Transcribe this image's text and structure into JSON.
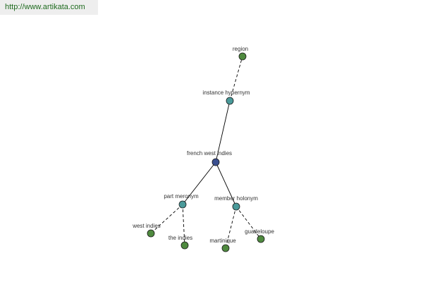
{
  "header": {
    "url": "http://www.artikata.com"
  },
  "colors": {
    "root": "#3a4f8f",
    "relation": "#4a9a9a",
    "leaf": "#4f8a3f"
  },
  "graph": {
    "nodes": {
      "region": {
        "label": "region",
        "kind": "leaf"
      },
      "instance_hypernym": {
        "label": "instance hypernym",
        "kind": "relation"
      },
      "french_west_indies": {
        "label": "french west indies",
        "kind": "root"
      },
      "part_meronym": {
        "label": "part meronym",
        "kind": "relation"
      },
      "member_holonym": {
        "label": "member holonym",
        "kind": "relation"
      },
      "west_indies": {
        "label": "west indies",
        "kind": "leaf"
      },
      "the_indies": {
        "label": "the indies",
        "kind": "leaf"
      },
      "martinique": {
        "label": "martinique",
        "kind": "leaf"
      },
      "guadeloupe": {
        "label": "guadeloupe",
        "kind": "leaf"
      }
    },
    "edges": [
      {
        "from": "instance_hypernym",
        "to": "region",
        "style": "dashed"
      },
      {
        "from": "french_west_indies",
        "to": "instance_hypernym",
        "style": "solid"
      },
      {
        "from": "french_west_indies",
        "to": "part_meronym",
        "style": "solid"
      },
      {
        "from": "french_west_indies",
        "to": "member_holonym",
        "style": "solid"
      },
      {
        "from": "part_meronym",
        "to": "west_indies",
        "style": "dashed"
      },
      {
        "from": "part_meronym",
        "to": "the_indies",
        "style": "dashed"
      },
      {
        "from": "member_holonym",
        "to": "martinique",
        "style": "dashed"
      },
      {
        "from": "member_holonym",
        "to": "guadeloupe",
        "style": "dashed"
      }
    ]
  }
}
